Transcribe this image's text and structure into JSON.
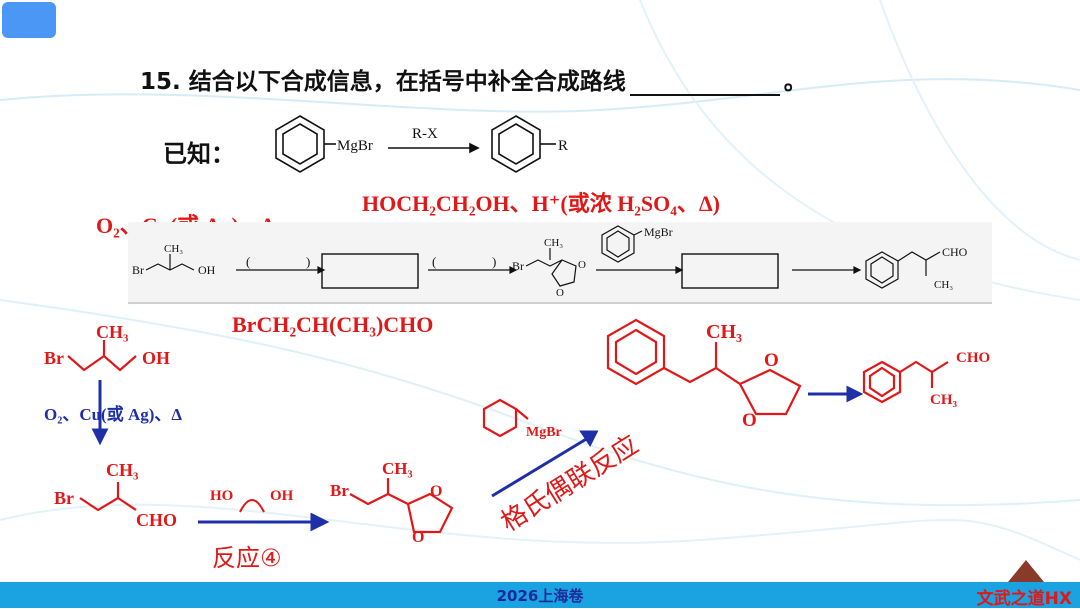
{
  "question": {
    "title": "15. 结合以下合成信息，在括号中补全合成路线",
    "title_end": "。"
  },
  "known": {
    "label": "已知：",
    "reactant_group": "MgBr",
    "reagent": "R-X",
    "product_group": "R"
  },
  "annotations_red": {
    "acetal_reagent": "HOCH₂CH₂OH、H⁺(或浓 H₂SO₄、Δ)",
    "oxidation_reagent": "O₂、Cu(或 Ag)、Δ",
    "aldehyde_formula": "BrCH₂CH(CH₃)CHO",
    "reaction4": "反应④",
    "grignard_coupling": "格氏偶联反应"
  },
  "route": {
    "start_br": "Br",
    "start_ch3": "CH₃",
    "start_oh": "OH",
    "bracket1_left": "(",
    "bracket1_right": ")",
    "bracket2_left": "(",
    "bracket2_right": ")",
    "mid_br": "Br",
    "mid_ch3": "CH₃",
    "mid_o1": "O",
    "mid_o2": "O",
    "reagent_mgbr": "MgBr",
    "final_cho": "CHO",
    "final_ch3": "CH₃"
  },
  "solution": {
    "s1_ch3": "CH₃",
    "s1_br": "Br",
    "s1_oh": "OH",
    "s1_reagent": "O₂、Cu(或 Ag)、Δ",
    "s2_ch3": "CH₃",
    "s2_br": "Br",
    "s2_cho": "CHO",
    "glycol_ho": "HO",
    "glycol_oh": "OH",
    "s3_br": "Br",
    "s3_ch3": "CH₃",
    "s3_o1": "O",
    "s3_o2": "O",
    "grignard_mgbr": "MgBr",
    "s4_ch3": "CH₃",
    "s4_o1": "O",
    "s4_o2": "O",
    "s5_cho": "CHO",
    "s5_ch3": "CH₃"
  },
  "footer": {
    "center": "2026上海卷",
    "right": "文武之道HX"
  },
  "colors": {
    "red": "#e01818",
    "blue": "#1f2fa8",
    "footer_bar": "#1aa3e0",
    "corner_button": "#4a97f5"
  }
}
